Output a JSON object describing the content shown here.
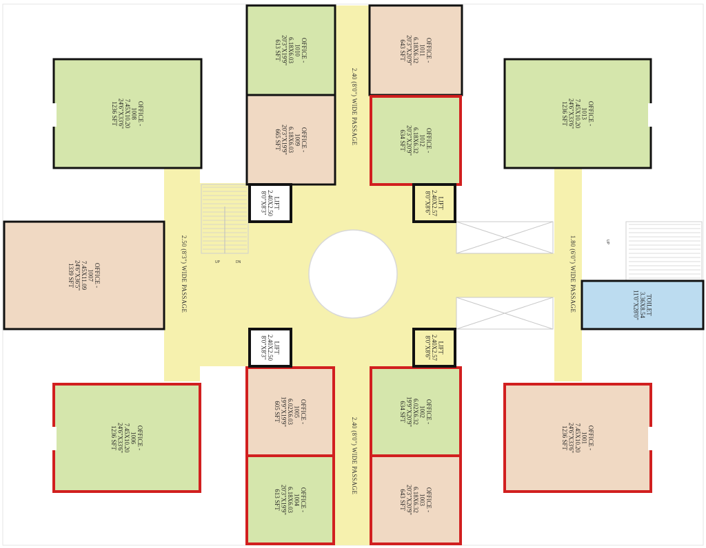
{
  "colors": {
    "passage": "#f6f1ae",
    "office_green": "#d5e6ac",
    "office_peach": "#f0d9c3",
    "toilet": "#bcdcf0",
    "wall": "#111111",
    "highlight": "#d11f1f"
  },
  "rooms": {
    "office_1010": [
      "OFFICE -",
      "1010",
      "6.18X6.03",
      "20'3\"X19'9\"",
      "613 SFT"
    ],
    "office_1011": [
      "OFFICE -",
      "1011",
      "6.18X6.32",
      "20'3\"X20'9\"",
      "643 SFT"
    ],
    "office_1009": [
      "OFFICE -",
      "1009",
      "6.18X6.03",
      "20'3\"X19'9\"",
      "665 SFT"
    ],
    "office_1012": [
      "OFFICE -",
      "1012",
      "6.18X6.32",
      "20'3\"X20'9\"",
      "634 SFT"
    ],
    "office_1008": [
      "OFFICE -",
      "1008",
      "7.45X10.20",
      "24'6\"X33'6\"",
      "1236 SFT"
    ],
    "office_1013": [
      "OFFICE -",
      "1013",
      "7.45X10.20",
      "24'6\"X33'6\"",
      "1236 SFT"
    ],
    "office_1007": [
      "OFFICE -",
      "1007",
      "7.45X11.09",
      "24'6\"X36'5\"",
      "1339 SFT"
    ],
    "office_1006": [
      "OFFICE -",
      "1006",
      "7.45X10.20",
      "24'6\"X33'6\"",
      "1236 SFT"
    ],
    "office_1001": [
      "OFFICE -",
      "1001",
      "7.45X10.20",
      "24'6\"X33'6\"",
      "1236 SFT"
    ],
    "office_1005": [
      "OFFICE -",
      "1005",
      "6.02X6.03",
      "19'9\"X19'9\"",
      "605 SFT"
    ],
    "office_1002": [
      "OFFICE -",
      "1002",
      "6.02X6.32",
      "19'9\"X20'9\"",
      "634 SFT"
    ],
    "office_1004": [
      "OFFICE -",
      "1004",
      "6.18X6.03",
      "20'3\"X19'9\"",
      "613 SFT"
    ],
    "office_1003": [
      "OFFICE -",
      "1003",
      "6.18X6.32",
      "20'3\"X20'9\"",
      "643 SFT"
    ],
    "toilet": [
      "TOILET",
      "3.36X8.54",
      "11'0\"X28'0\""
    ]
  },
  "lifts": {
    "nw": [
      "LIFT",
      "2.40X2.50",
      "8'0\"X8'3\""
    ],
    "ne": [
      "LIFT",
      "2.40X2.57",
      "8'0\"X8'6\""
    ],
    "sw": [
      "LIFT",
      "2.40X2.50",
      "8'0\"X8'3\""
    ],
    "se": [
      "LIFT",
      "2.40X2.57",
      "8'0\"X8'6\""
    ]
  },
  "passages": {
    "north": "2.40 (8'0\") WIDE PASSAGE",
    "south": "2.40 (8'0\") WIDE PASSAGE",
    "west": "2.50 (8'3\") WIDE PASSAGE",
    "east": "1.80 (6'0\") WIDE PASSAGE"
  },
  "stairs": {
    "west_up": "UP",
    "west_dn": "DN",
    "east_up": "UP"
  },
  "highlighted_offices": [
    "1012",
    "1006",
    "1005",
    "1002",
    "1004",
    "1003",
    "1001"
  ]
}
